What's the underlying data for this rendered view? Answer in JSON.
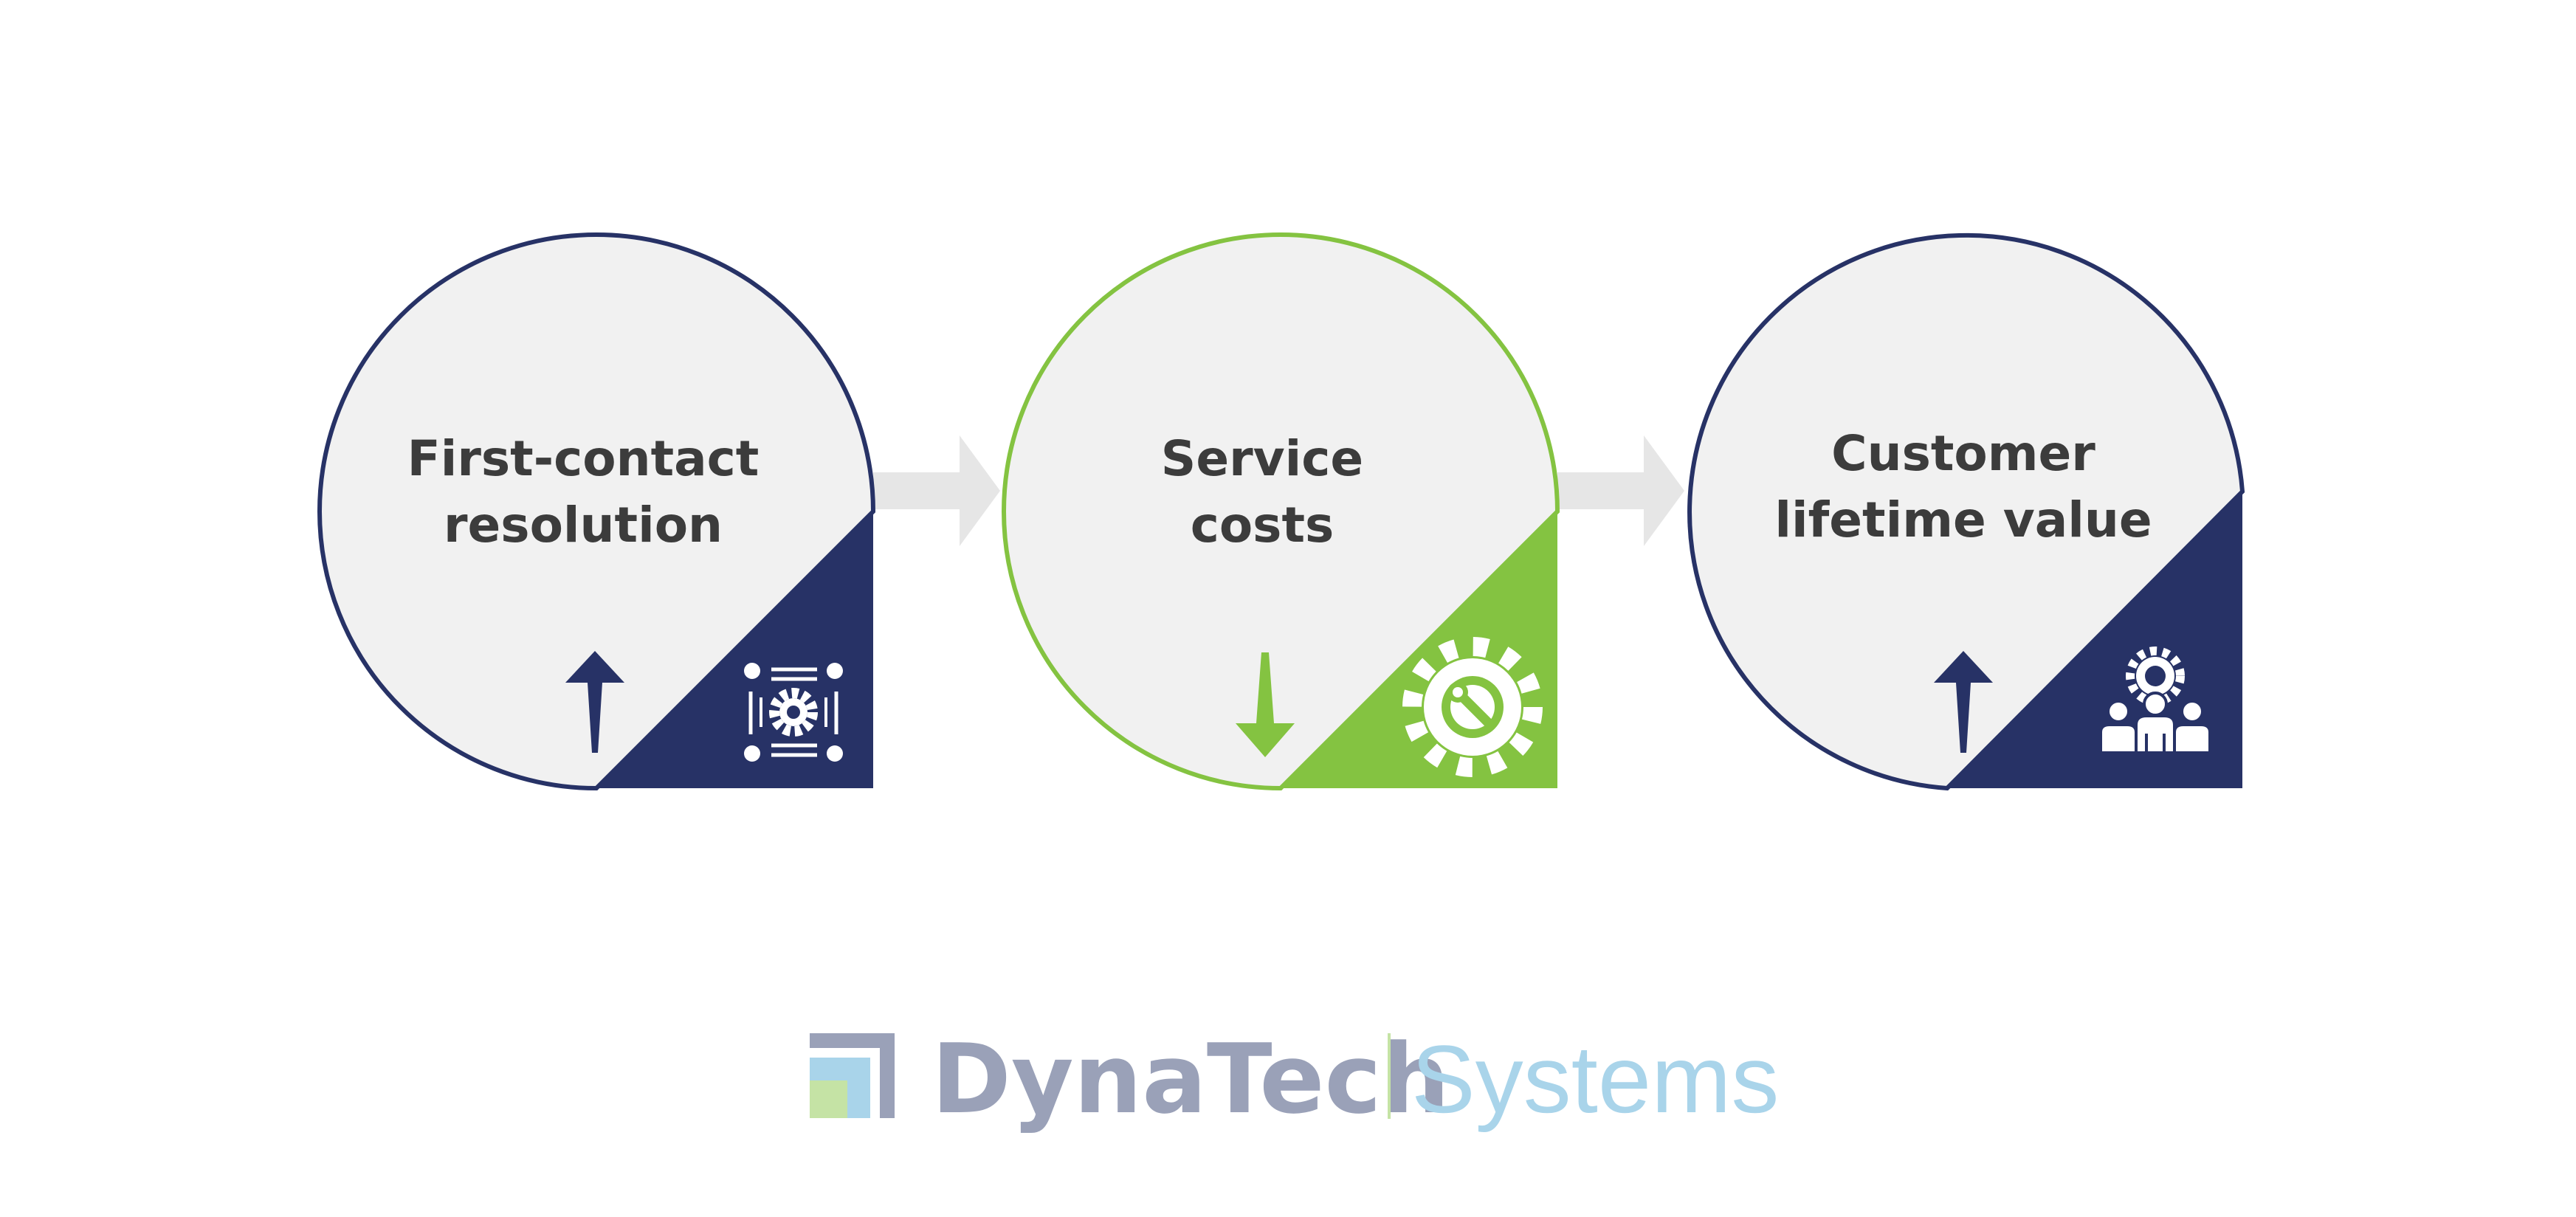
{
  "nodes": [
    {
      "label_line1": "First-contact",
      "label_line2": "resolution",
      "trend": "up",
      "trend_icon": "arrow-up-icon",
      "corner_icon": "process-gear-icon",
      "color": "#273266"
    },
    {
      "label_line1": "Service",
      "label_line2": "costs",
      "trend": "down",
      "trend_icon": "arrow-down-icon",
      "corner_icon": "gear-wrench-icon",
      "color": "#84c341"
    },
    {
      "label_line1": "Customer",
      "label_line2": "lifetime value",
      "trend": "up",
      "trend_icon": "arrow-up-icon",
      "corner_icon": "team-gear-icon",
      "color": "#273266"
    }
  ],
  "connectors": [
    "arrow-right-icon",
    "arrow-right-icon"
  ],
  "brand": {
    "name": "DynaTech",
    "suffix": "Systems",
    "logo_icon": "dynatech-logo-icon",
    "colors": {
      "name": "#9aa1b8",
      "suffix": "#a9d4ea",
      "logo_dark": "#9aa1b8",
      "logo_blue": "#a9d4ea",
      "logo_green": "#c5e3a5"
    }
  },
  "colors": {
    "circle_fill": "#f1f1f1",
    "navy": "#273266",
    "green": "#84c341",
    "connector": "#e6e6e6",
    "text": "#3c3c3c"
  }
}
